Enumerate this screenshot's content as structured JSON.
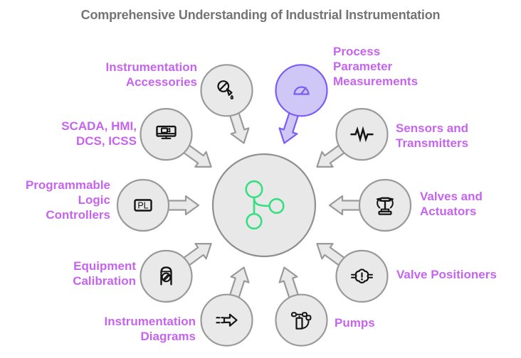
{
  "title": "Comprehensive Understanding of Industrial Instrumentation",
  "colors": {
    "title_text": "#747474",
    "label_text": "#c664f0",
    "node_fill": "#e9e9e9",
    "node_stroke": "#9a9a9a",
    "hub_fill": "#e8e8e8",
    "hub_stroke": "#8f8f8f",
    "highlight_fill": "#cfc8f7",
    "highlight_stroke": "#7c5cf6",
    "icon_stroke": "#141414",
    "hub_icon_stroke": "#36df81"
  },
  "hub": {
    "icon": "mind-map-icon"
  },
  "nodes": [
    {
      "id": "process-parameter-measurements",
      "label": "Process Parameter Measurements",
      "icon": "gauge-icon",
      "highlighted": true
    },
    {
      "id": "sensors-transmitters",
      "label": "Sensors and Transmitters",
      "icon": "waveform-icon",
      "highlighted": false
    },
    {
      "id": "valves-actuators",
      "label": "Valves and Actuators",
      "icon": "rotary-valve-icon",
      "highlighted": false
    },
    {
      "id": "valve-positioners",
      "label": "Valve Positioners",
      "icon": "gear-alert-icon",
      "highlighted": false
    },
    {
      "id": "pumps",
      "label": "Pumps",
      "icon": "hand-pump-icon",
      "highlighted": false
    },
    {
      "id": "instrumentation-diagrams",
      "label": "Instrumentation Diagrams",
      "icon": "dashed-arrow-icon",
      "highlighted": false
    },
    {
      "id": "equipment-calibration",
      "label": "Equipment Calibration",
      "icon": "calibrator-icon",
      "highlighted": false
    },
    {
      "id": "programmable-logic-controllers",
      "label": "Programmable Logic Controllers",
      "icon": "plc-icon",
      "icon_text": "PL",
      "highlighted": false
    },
    {
      "id": "scada-hmi-dcs-icss",
      "label": "SCADA, HMI, DCS, ICSS",
      "icon": "monitor-icon",
      "highlighted": false
    },
    {
      "id": "instrumentation-accessories",
      "label": "Instrumentation Accessories",
      "icon": "dropper-icon",
      "highlighted": false
    }
  ]
}
